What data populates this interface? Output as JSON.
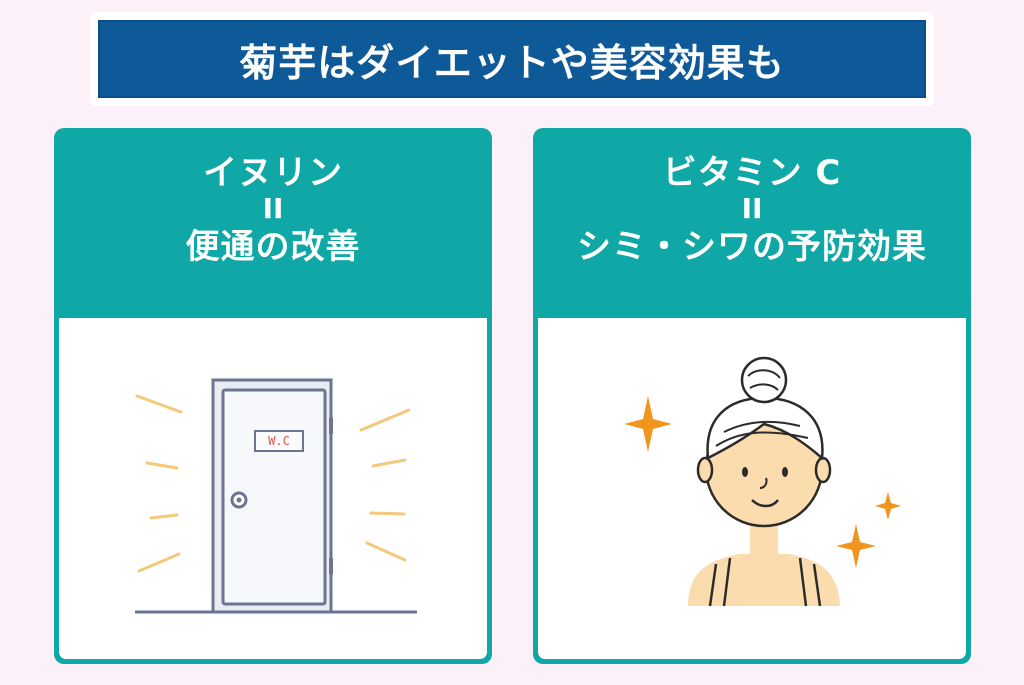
{
  "title": "菊芋はダイエットや美容効果も",
  "cards": [
    {
      "heading": "イヌリン",
      "equals": "II",
      "effect": "便通の改善",
      "illustration": {
        "name": "toilet-door",
        "sign": "W.C"
      }
    },
    {
      "heading": "ビタミン C",
      "equals": "II",
      "effect": "シミ・シワの予防効果",
      "illustration": {
        "name": "woman-with-sparkles"
      }
    }
  ],
  "colors": {
    "background": "#fcf1f8",
    "title_bar": "#0e5a98",
    "card": "#0fa8a6",
    "sparkle": "#f0961e",
    "skin": "#fbdcae",
    "line": "#2b2b2b"
  }
}
